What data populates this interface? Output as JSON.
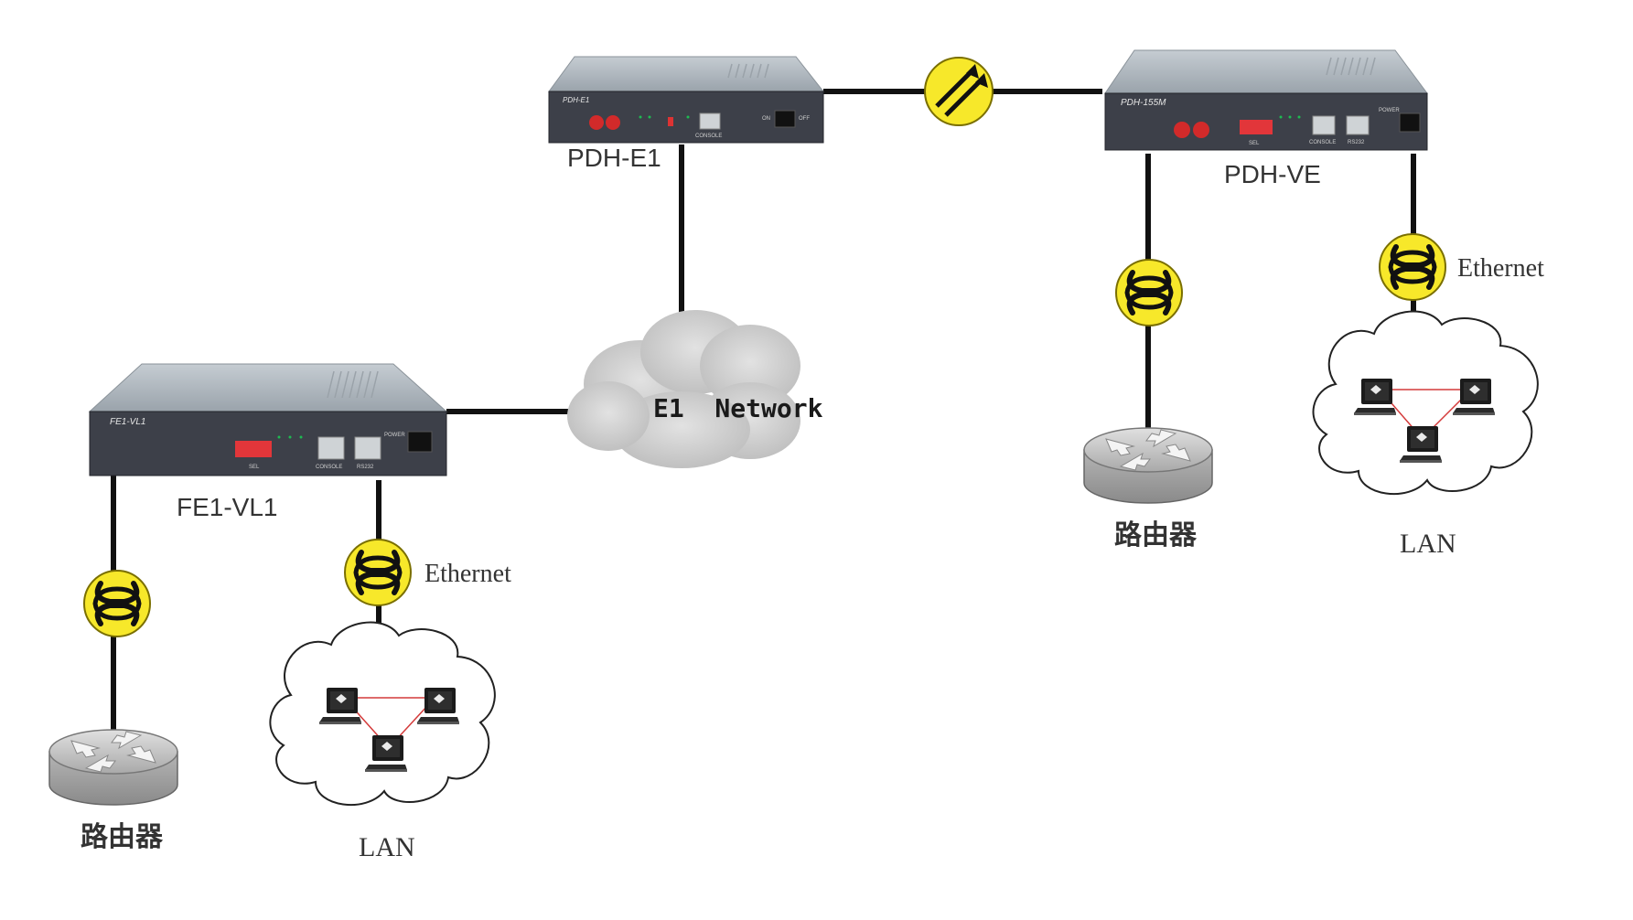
{
  "devices": {
    "pdh_e1": {
      "label": "PDH-E1",
      "panel_name": "PDH-E1",
      "port_label": "CONSOLE",
      "switch_on": "ON",
      "switch_off": "OFF"
    },
    "pdh_ve": {
      "label": "PDH-VE",
      "panel_name": "PDH-155M",
      "sel_label": "SEL",
      "port1_label": "CONSOLE",
      "port2_label": "RS232",
      "power_label": "POWER"
    },
    "fe1_vl1": {
      "label": "FE1-VL1",
      "panel_name": "FE1-VL1",
      "sel_label": "SEL",
      "port1_label": "CONSOLE",
      "port2_label": "RS232",
      "power_label": "POWER"
    }
  },
  "network": {
    "label": "E1  Network"
  },
  "left": {
    "router_label": "路由器",
    "ethernet_label": "Ethernet",
    "lan_label": "LAN"
  },
  "right": {
    "router_label": "路由器",
    "ethernet_label": "Ethernet",
    "lan_label": "LAN"
  },
  "colors": {
    "connector": "#f7e82a",
    "link": "#111111",
    "device_front": "#3d4049",
    "device_top": "#b9c0c6",
    "cloud": "#c7c7c7",
    "lan_link": "#d43a3a"
  },
  "icons": [
    "ethernet-connector-icon",
    "fiber-link-icon",
    "router-icon",
    "laptop-icon",
    "cloud-icon"
  ]
}
